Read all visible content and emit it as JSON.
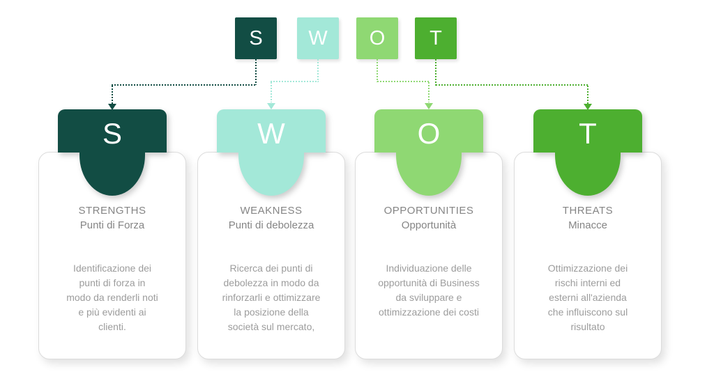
{
  "swot": {
    "text_colors": {
      "title": "#858585",
      "body": "#9c9c9c"
    },
    "items": [
      {
        "letter": "S",
        "color": "#124d44",
        "title": "STRENGTHS",
        "subtitle": "Punti di Forza",
        "body": "Identificazione dei\npunti di forza in\nmodo da renderli noti\ne più evidenti ai\nclienti."
      },
      {
        "letter": "W",
        "color": "#a3e8d8",
        "title": "WEAKNESS",
        "subtitle": "Punti di debolezza",
        "body": "Ricerca dei punti di\ndebolezza in modo da\nrinforzarli e ottimizzare\nla posizione della\nsocietà sul mercato,"
      },
      {
        "letter": "O",
        "color": "#8fd873",
        "title": "OPPORTUNITIES",
        "subtitle": "Opportunità",
        "body": "Individuazione delle\nopportunità di Business\nda sviluppare e\nottimizzazione dei costi"
      },
      {
        "letter": "T",
        "color": "#4daf30",
        "title": "THREATS",
        "subtitle": "Minacce",
        "body": "Ottimizzazione dei\nrischi interni ed\nesterni all'azienda\nche influiscono sul\nrisultato"
      }
    ]
  }
}
